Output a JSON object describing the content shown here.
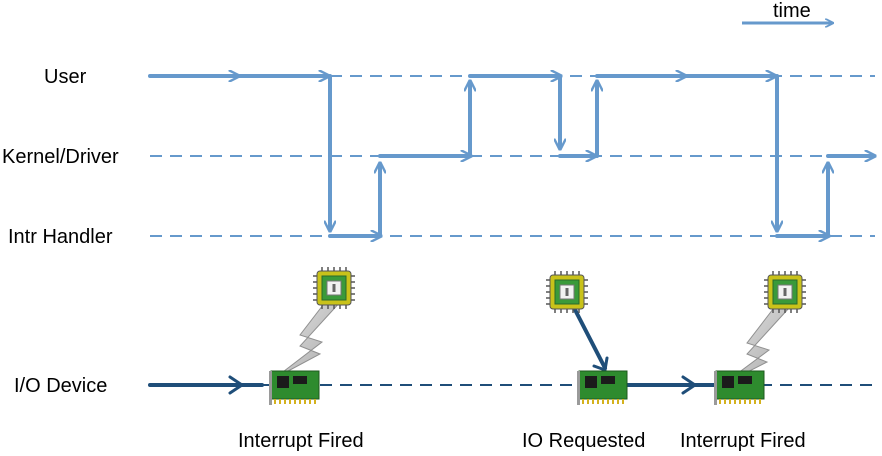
{
  "time_label": "time",
  "lanes": {
    "user": "User",
    "kernel": "Kernel/Driver",
    "intr": "Intr Handler",
    "io": "I/O Device"
  },
  "events": {
    "interrupt_fired_1": "Interrupt Fired",
    "io_requested": "IO Requested",
    "interrupt_fired_2": "Interrupt Fired"
  },
  "colors": {
    "cpu_lane": "#6699cc",
    "io_lane": "#1f4e79",
    "chip_board": "#2e8b2e",
    "chip_package": "#c8c820",
    "lightning": "#bfbfbf"
  },
  "icons": [
    "interrupt-chip-icon",
    "lightning-bolt-icon",
    "io-card-icon"
  ]
}
